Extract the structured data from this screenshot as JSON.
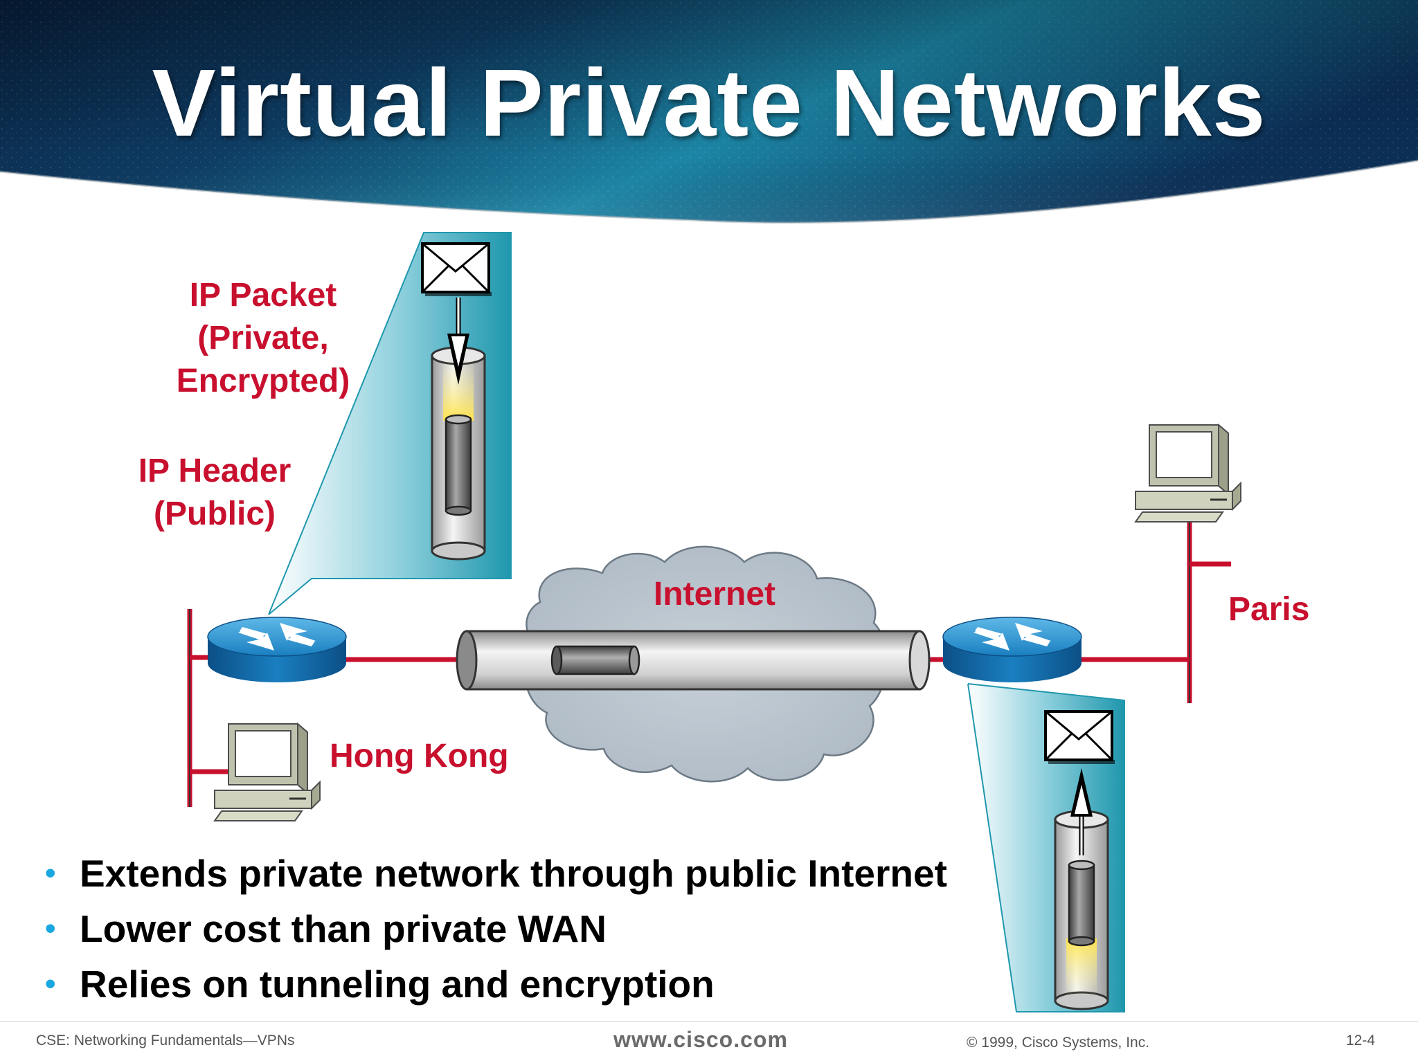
{
  "title": "Virtual Private Networks",
  "labels": {
    "ip_packet_line1": "IP Packet",
    "ip_packet_line2": "(Private,",
    "ip_packet_line3": "Encrypted)",
    "ip_header_line1": "IP Header",
    "ip_header_line2": "(Public)",
    "internet": "Internet",
    "hong_kong": "Hong Kong",
    "paris": "Paris"
  },
  "bullets": [
    "Extends private network through public Internet",
    "Lower cost than private WAN",
    "Relies on tunneling and encryption"
  ],
  "footer": {
    "left": "CSE: Networking Fundamentals—VPNs",
    "center": "www.cisco.com",
    "right": "© 1999, Cisco Systems, Inc.",
    "page": "12-4"
  },
  "colors": {
    "accent_red": "#c8102e",
    "bullet_blue": "#1aa7e0",
    "header_dark": "#0b2a4a",
    "header_teal": "#1c86a6",
    "callout_teal": "#1f97ad",
    "router_blue": "#1a7fc0"
  },
  "icons": {
    "router": "router-icon",
    "computer": "computer-icon",
    "envelope": "envelope-icon",
    "cloud": "cloud-icon",
    "tunnel": "tunnel-icon"
  }
}
